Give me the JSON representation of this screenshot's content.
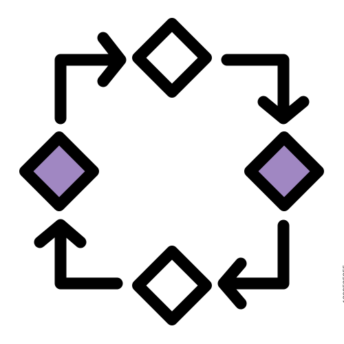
{
  "icon": {
    "name": "workflow-cycle-icon",
    "colors": {
      "outline": "#000000",
      "filled_node": "#a087c2",
      "empty_node": "#ffffff",
      "background": "#ffffff"
    },
    "nodes": [
      {
        "name": "top-node",
        "filled": false
      },
      {
        "name": "right-node",
        "filled": true
      },
      {
        "name": "bottom-node",
        "filled": false
      },
      {
        "name": "left-node",
        "filled": true
      }
    ],
    "arrows": [
      {
        "name": "top-left-arrow",
        "direction": "clockwise"
      },
      {
        "name": "top-right-arrow",
        "direction": "clockwise"
      },
      {
        "name": "bottom-right-arrow",
        "direction": "clockwise"
      },
      {
        "name": "bottom-left-arrow",
        "direction": "clockwise"
      }
    ]
  },
  "watermark": {
    "stock_id": "1892585255"
  }
}
